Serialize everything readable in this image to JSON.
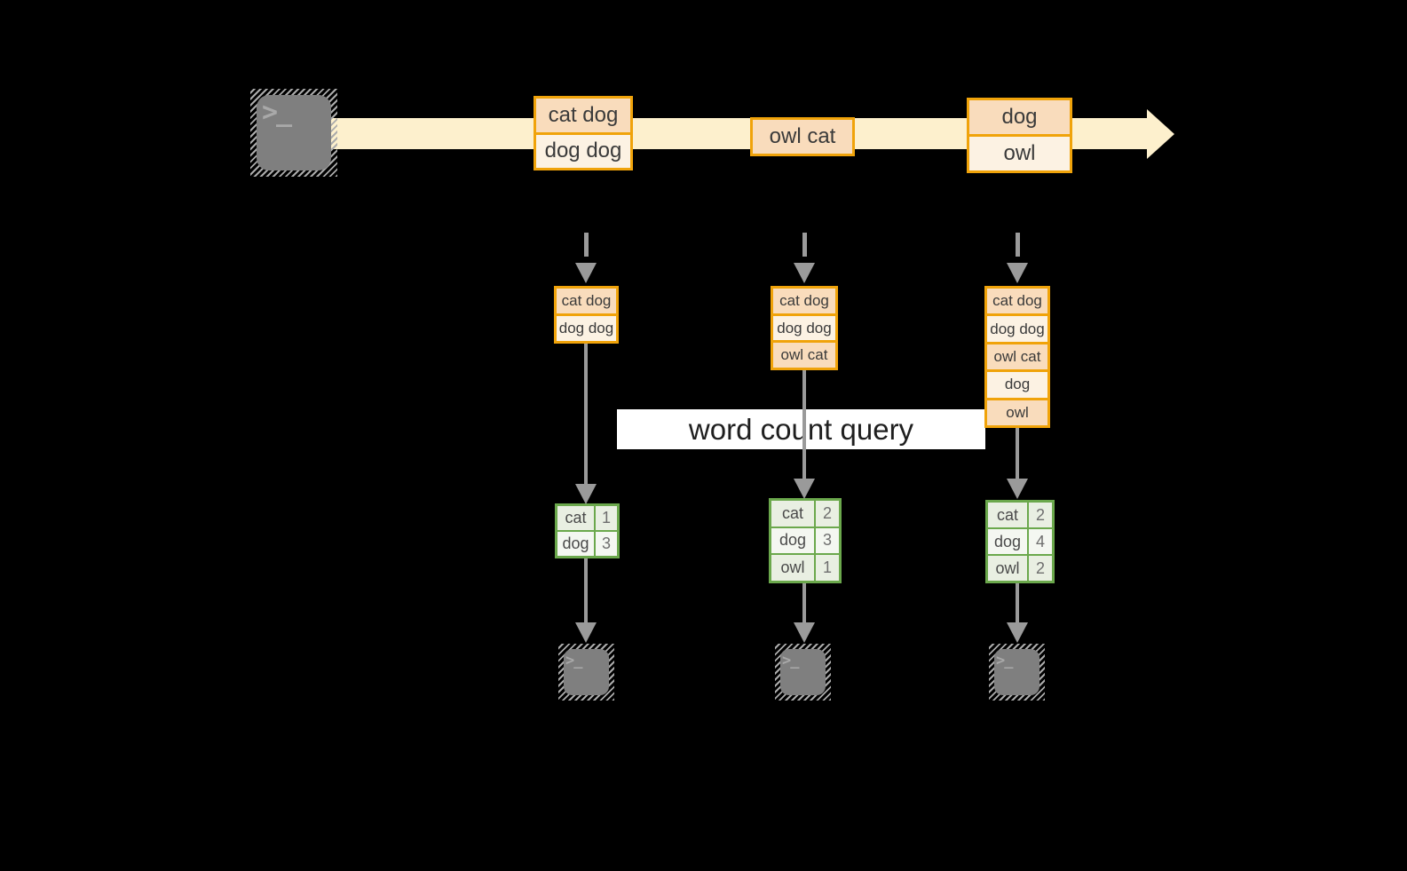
{
  "banner": {
    "label": "word count query"
  },
  "glyphs": {
    "terminal_prompt": ">_"
  },
  "colors": {
    "background": "#000000",
    "stream_fill": "#FDF0CD",
    "record_border": "#F0A30A",
    "record_fill_dark": "#F9DCBC",
    "record_fill_light": "#FCF2E3",
    "table_border": "#6BA84C",
    "table_fill_dark": "#E9EFE2",
    "table_fill_light": "#F4F7F1",
    "arrow_gray": "#9A9A9A",
    "terminal_gray": "#7F7F7F",
    "banner_bg": "#FFFFFF"
  },
  "stream": {
    "records": [
      {
        "lines": [
          "cat dog",
          "dog dog"
        ]
      },
      {
        "lines": [
          "owl cat"
        ]
      },
      {
        "lines": [
          "dog",
          "owl"
        ]
      }
    ]
  },
  "tasks": [
    {
      "buffer": [
        "cat dog",
        "dog dog"
      ],
      "counts": [
        {
          "word": "cat",
          "value": "1"
        },
        {
          "word": "dog",
          "value": "3"
        }
      ]
    },
    {
      "buffer": [
        "cat dog",
        "dog dog",
        "owl cat"
      ],
      "counts": [
        {
          "word": "cat",
          "value": "2"
        },
        {
          "word": "dog",
          "value": "3"
        },
        {
          "word": "owl",
          "value": "1"
        }
      ]
    },
    {
      "buffer": [
        "cat dog",
        "dog dog",
        "owl cat",
        "dog",
        "owl"
      ],
      "counts": [
        {
          "word": "cat",
          "value": "2"
        },
        {
          "word": "dog",
          "value": "4"
        },
        {
          "word": "owl",
          "value": "2"
        }
      ]
    }
  ]
}
